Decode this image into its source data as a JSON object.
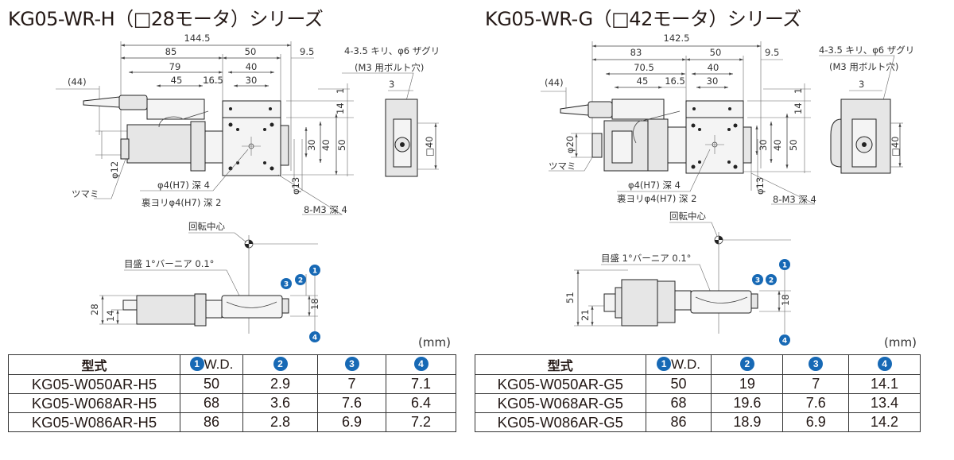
{
  "left": {
    "title": "KG05-WR-H（□28モータ）シリーズ",
    "dims": [
      "144.5",
      "85",
      "50",
      "9.5",
      "79",
      "40",
      "(44)",
      "45",
      "16.5",
      "30",
      "1",
      "14",
      "30",
      "40",
      "50",
      "φ12",
      "φ13",
      "3",
      "□40"
    ],
    "notes": {
      "knob": "ツマミ",
      "pin_hole": "φ4(H7) 深 4",
      "back_pin_hole": "裏ヨリφ4(H7) 深 2",
      "tap": "8-M3 深 4",
      "mount_hole": "4-3.5 キリ、φ6 ザグリ",
      "mount_bolt": "(M3 用ボルト穴)",
      "rotation_center": "回転中心",
      "scale": "目盛 1°バーニア 0.1°"
    },
    "bottom_dims": [
      "28",
      "14",
      "18"
    ],
    "unit": "(mm)",
    "table": {
      "headers": [
        "型式",
        "W.D.",
        "",
        "",
        ""
      ],
      "marker_numbers": [
        "1",
        "2",
        "3",
        "4"
      ],
      "rows": [
        [
          "KG05-W050AR-H5",
          "50",
          "2.9",
          "7",
          "7.1"
        ],
        [
          "KG05-W068AR-H5",
          "68",
          "3.6",
          "7.6",
          "6.4"
        ],
        [
          "KG05-W086AR-H5",
          "86",
          "2.8",
          "6.9",
          "7.2"
        ]
      ]
    }
  },
  "right": {
    "title": "KG05-WR-G（□42モータ）シリーズ",
    "dims": [
      "142.5",
      "83",
      "50",
      "9.5",
      "70.5",
      "40",
      "(44)",
      "45",
      "16.5",
      "30",
      "1",
      "14",
      "30",
      "40",
      "50",
      "φ20",
      "φ13",
      "3",
      "□40"
    ],
    "notes": {
      "knob": "ツマミ",
      "pin_hole": "φ4(H7) 深 4",
      "back_pin_hole": "裏ヨリφ4(H7) 深 2",
      "tap": "8-M3 深 4",
      "mount_hole": "4-3.5 キリ、φ6 ザグリ",
      "mount_bolt": "(M3 用ボルト穴)",
      "rotation_center": "回転中心",
      "scale": "目盛 1°バーニア 0.1°"
    },
    "bottom_dims": [
      "51",
      "21",
      "18"
    ],
    "unit": "(mm)",
    "table": {
      "headers": [
        "型式",
        "W.D.",
        "",
        "",
        ""
      ],
      "marker_numbers": [
        "1",
        "2",
        "3",
        "4"
      ],
      "rows": [
        [
          "KG05-W050AR-G5",
          "50",
          "19",
          "7",
          "14.1"
        ],
        [
          "KG05-W068AR-G5",
          "68",
          "19.6",
          "7.6",
          "13.4"
        ],
        [
          "KG05-W086AR-G5",
          "86",
          "18.9",
          "6.9",
          "14.2"
        ]
      ]
    }
  },
  "colors": {
    "marker": "#1769b5",
    "line": "#231815"
  }
}
